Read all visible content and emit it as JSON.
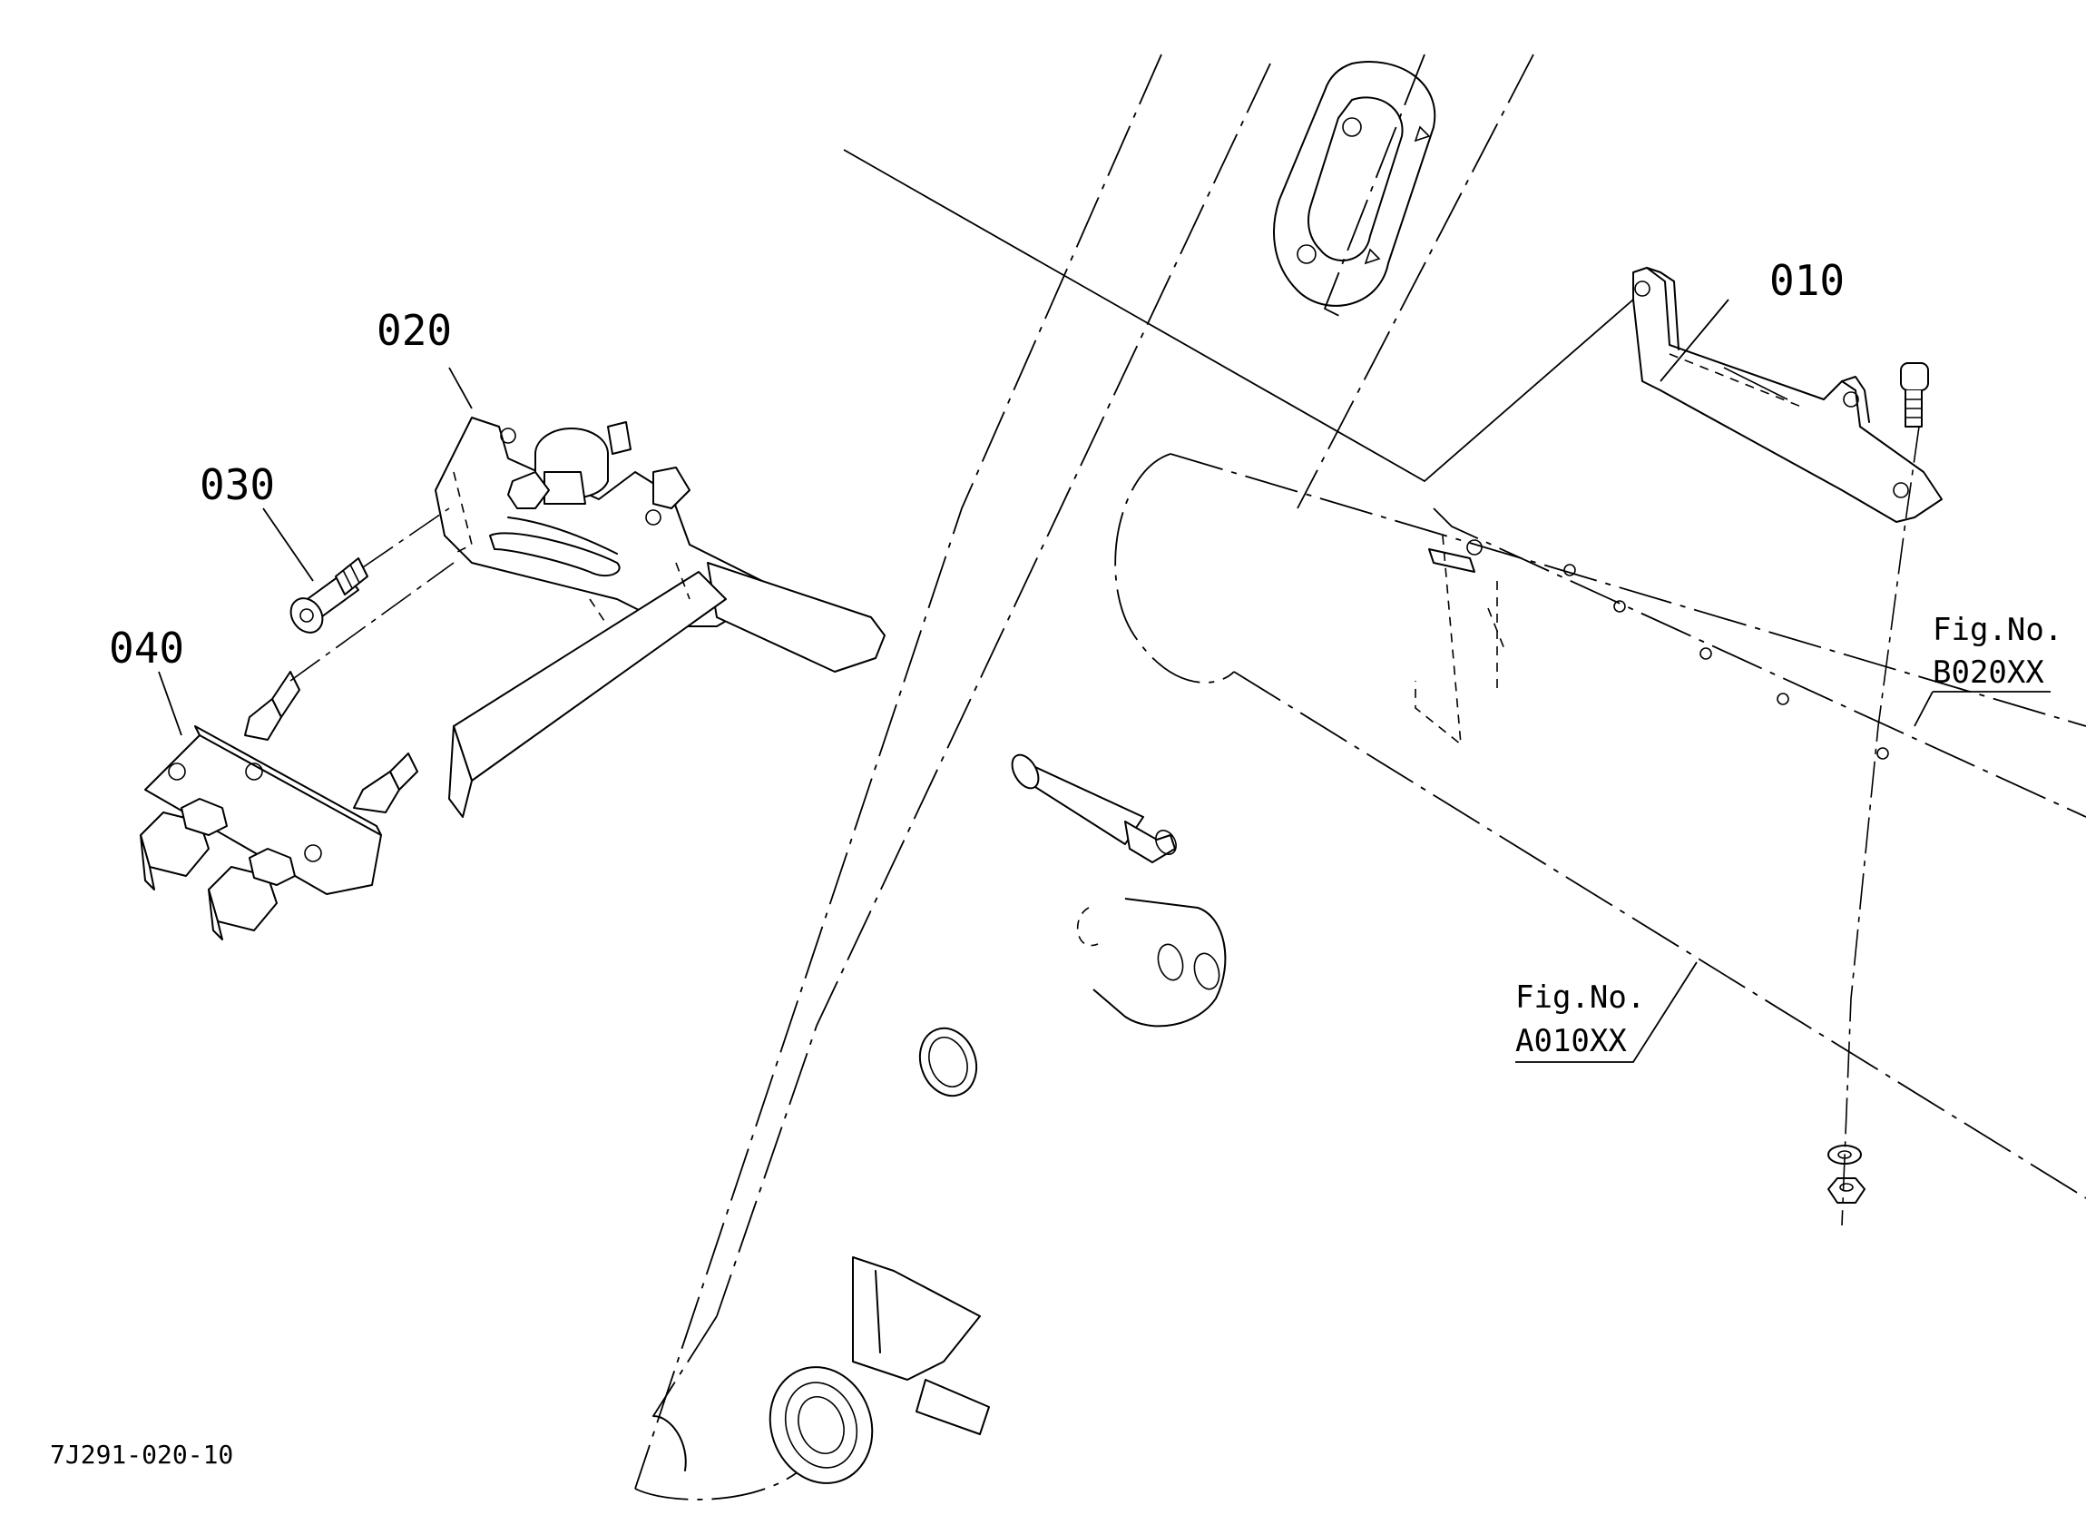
{
  "callouts": {
    "p010": "010",
    "p020": "020",
    "p030": "030",
    "p040": "040"
  },
  "figure_refs": {
    "b": {
      "line1": "Fig.No.",
      "line2": "B020XX"
    },
    "a": {
      "line1": "Fig.No.",
      "line2": "A010XX"
    }
  },
  "drawing_code": "7J291-020-10",
  "colors": {
    "ink": "#000000",
    "paper": "#ffffff"
  }
}
